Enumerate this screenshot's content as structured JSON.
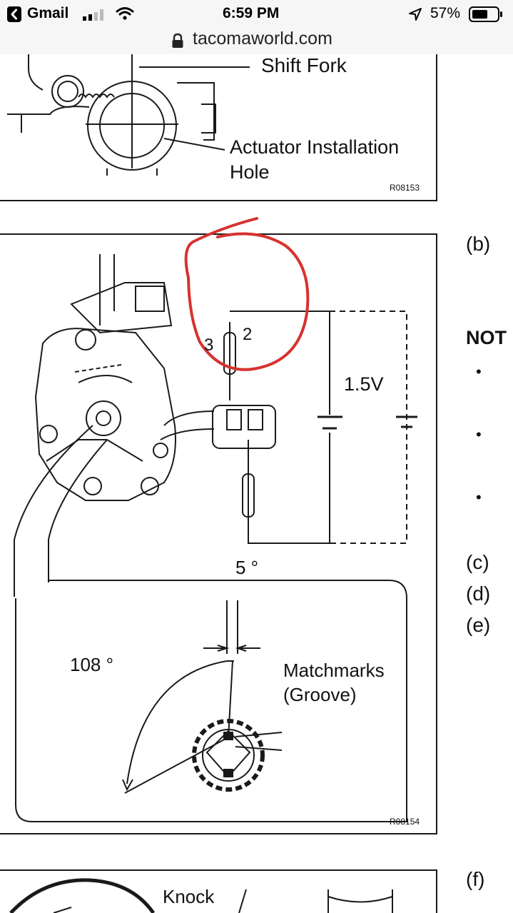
{
  "status_bar": {
    "back_app": "Gmail",
    "time": "6:59 PM",
    "battery": "57%"
  },
  "url_bar": {
    "domain": "tacomaworld.com"
  },
  "figure_top": {
    "label_shift_fork": "Shift Fork",
    "label_actuator_line1": "Actuator Installation",
    "label_actuator_line2": "Hole",
    "code": "R08153"
  },
  "figure_main": {
    "terminal_3": "3",
    "terminal_2": "2",
    "voltage": "1.5V",
    "angle_small": "5 °",
    "angle_large": "108 °",
    "matchmarks_line1": "Matchmarks",
    "matchmarks_line2": "(Groove)",
    "code": "R08154"
  },
  "figure_bottom": {
    "label_knock": "Knock"
  },
  "side_text": {
    "b": "(b)",
    "note": "NOT",
    "bullet": "•",
    "c": "(c)",
    "d": "(d)",
    "e": "(e)",
    "f": "(f)"
  }
}
